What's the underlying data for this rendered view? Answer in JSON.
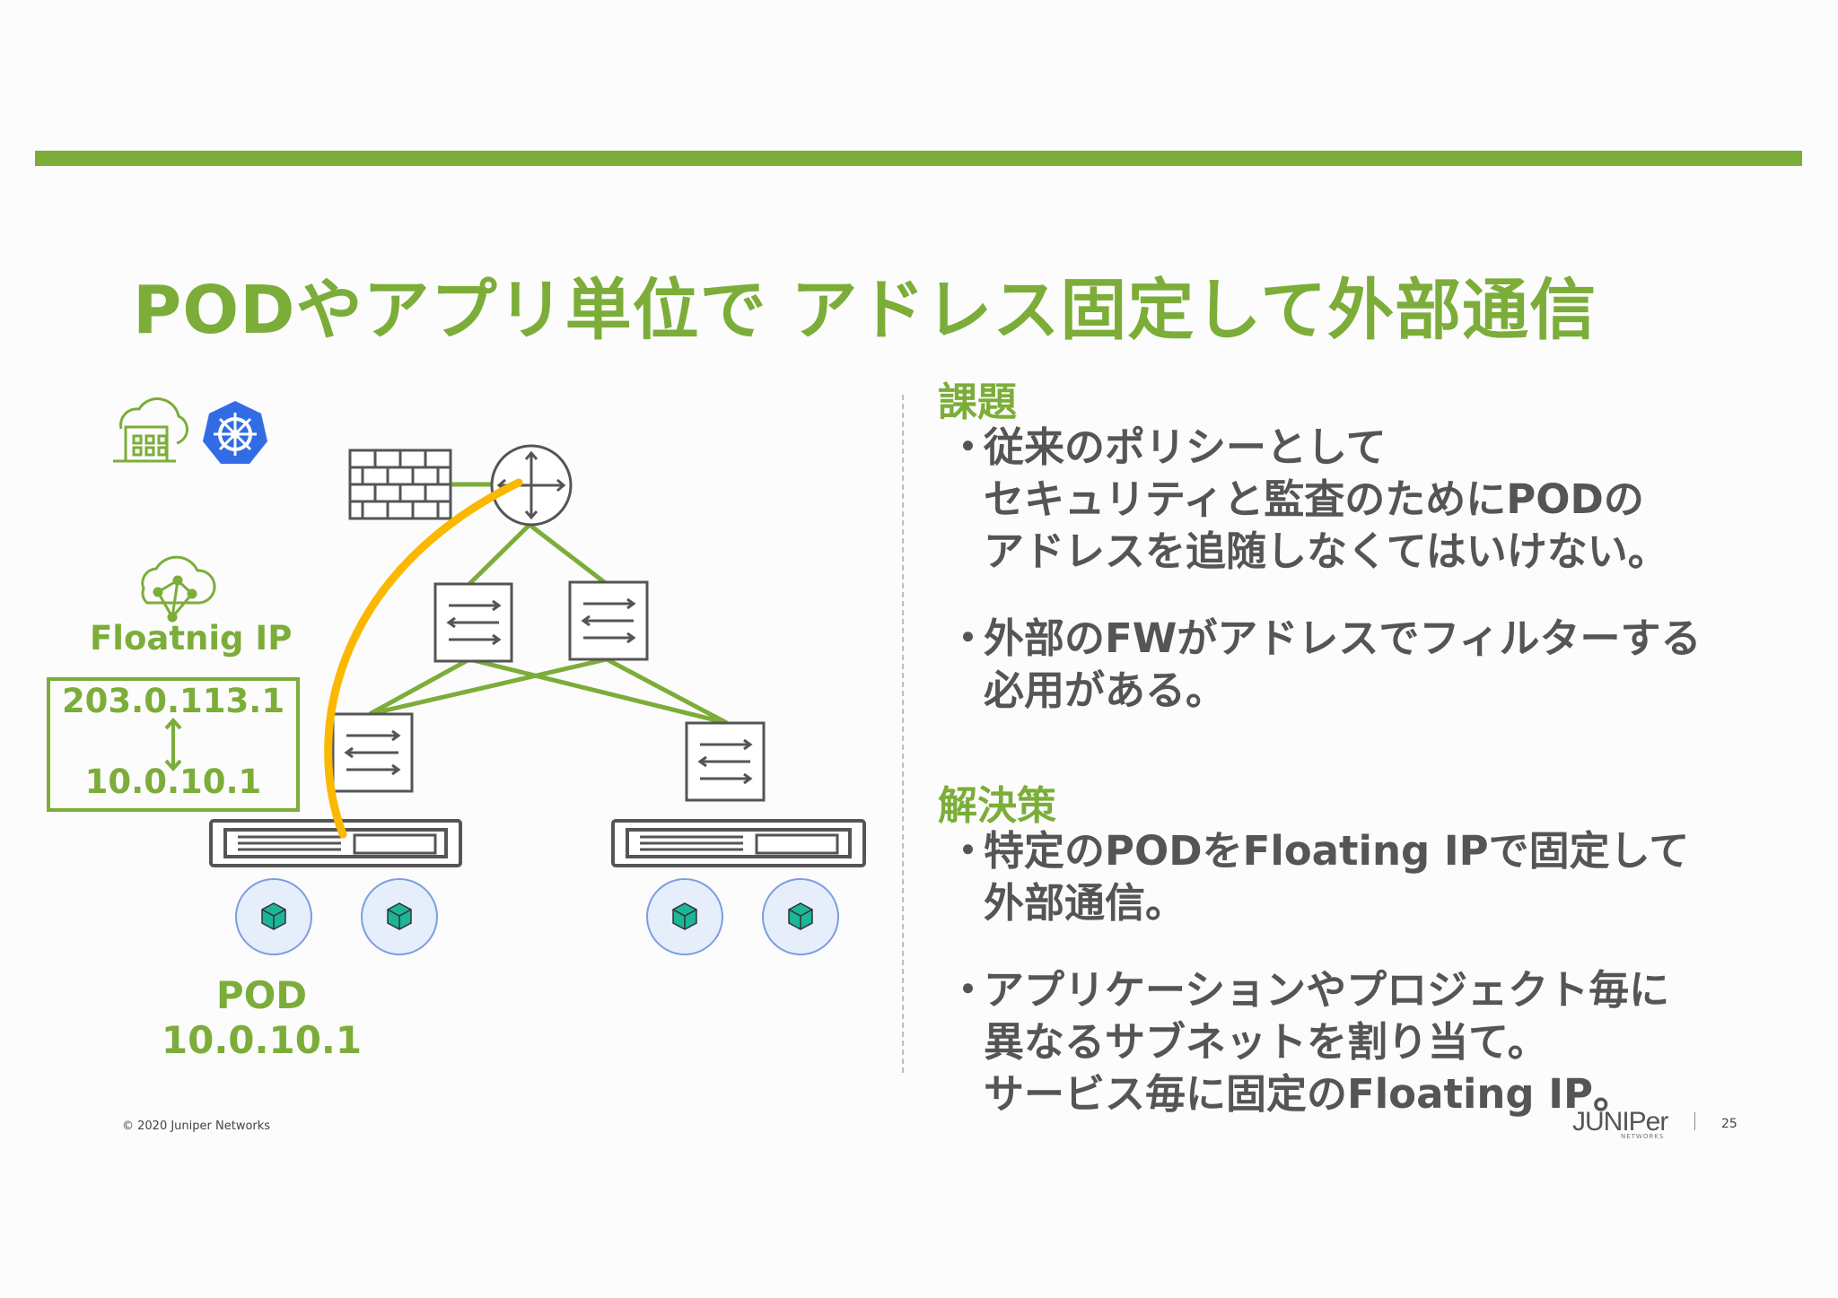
{
  "title": "PODやアプリ単位で アドレス固定して外部通信",
  "colors": {
    "accent": "#7cad39",
    "connector": "#fbb800",
    "node_stroke": "#555555",
    "pod_fill": "#e6eefc",
    "pod_stroke": "#7b9ee0",
    "pod_icon": "#1bb59a",
    "k8s": "#326ce5"
  },
  "icons": [
    "cloud-building-icon",
    "kubernetes-icon",
    "firewall-icon",
    "router-icon",
    "switch-icon",
    "server-icon",
    "pod-cube-icon",
    "floating-ip-network-icon"
  ],
  "diagram": {
    "floating_label": "Floatnig IP",
    "float_ip_public": "203.0.113.1",
    "float_ip_private": "10.0.10.1",
    "pod_label": "POD",
    "pod_ip": "10.0.10.1"
  },
  "sections": {
    "issue_heading": "課題",
    "issue_bullets": [
      {
        "dot": "・",
        "lines": [
          "従来のポリシーとして",
          "セキュリティと監査のためにPODの",
          "アドレスを追随しなくてはいけない。"
        ]
      },
      {
        "dot": "・",
        "lines": [
          "外部のFWがアドレスでフィルターする",
          "必用がある。"
        ]
      }
    ],
    "solution_heading": "解決策",
    "solution_bullets": [
      {
        "dot": "・",
        "lines": [
          "特定のPODをFloating IPで固定して",
          "外部通信。"
        ]
      },
      {
        "dot": "・",
        "lines": [
          "アプリケーションやプロジェクト毎に",
          "異なるサブネットを割り当て。",
          "サービス毎に固定のFloating IP。"
        ]
      }
    ]
  },
  "footer": {
    "copyright": "© 2020 Juniper Networks",
    "logo_text": "JUNIPer",
    "logo_sub": "NETWORKS",
    "page_number": "25"
  }
}
